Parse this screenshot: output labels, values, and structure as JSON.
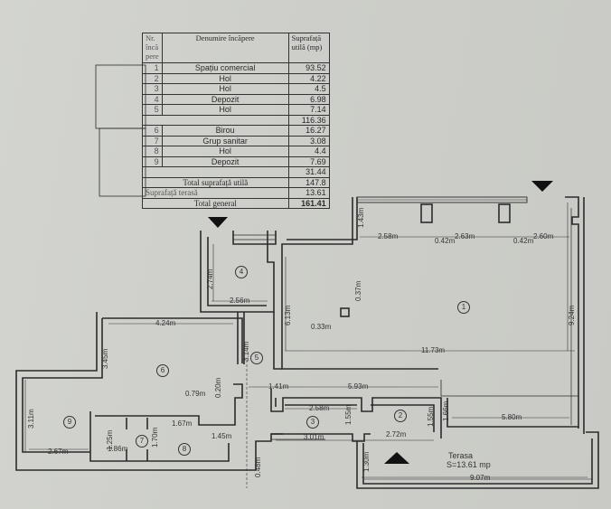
{
  "legend_table": {
    "headers": {
      "nr": "Nr. încă pere",
      "name": "Denumire încăpere",
      "area": "Suprafață utilă (mp)"
    },
    "group1": [
      {
        "nr": "1",
        "name": "Spațiu comercial",
        "area": "93.52"
      },
      {
        "nr": "2",
        "name": "Hol",
        "area": "4.22"
      },
      {
        "nr": "3",
        "name": "Hol",
        "area": "4.5"
      },
      {
        "nr": "4",
        "name": "Depozit",
        "area": "6.98"
      },
      {
        "nr": "5",
        "name": "Hol",
        "area": "7.14"
      }
    ],
    "group1_subtotal": "116.36",
    "group2": [
      {
        "nr": "6",
        "name": "Birou",
        "area": "16.27"
      },
      {
        "nr": "7",
        "name": "Grup sanitar",
        "area": "3.08"
      },
      {
        "nr": "8",
        "name": "Hol",
        "area": "4.4"
      },
      {
        "nr": "9",
        "name": "Depozit",
        "area": "7.69"
      }
    ],
    "group2_subtotal": "31.44",
    "total_useful_label": "Total suprafață utilă",
    "total_useful": "147.8",
    "terrace_label": "Suprafață terasă",
    "terrace": "13.61",
    "grand_total_label": "Total general",
    "grand_total": "161.41"
  },
  "plan": {
    "room_markers": [
      "1",
      "2",
      "3",
      "4",
      "5",
      "6",
      "7",
      "8",
      "9"
    ],
    "dimensions": {
      "d_143": "1.43m",
      "d_258_top": "2.58m",
      "d_263": "2.63m",
      "d_260": "2.60m",
      "d_042a": "0.42m",
      "d_042b": "0.42m",
      "d_274": "2.74m",
      "d_256": "2.56m",
      "d_037": "0.37m",
      "d_033": "0.33m",
      "d_613": "6.13m",
      "d_924": "9.24m",
      "d_1173": "11.73m",
      "d_424": "4.24m",
      "d_345": "3.45m",
      "d_314": "3.14m",
      "d_141": "1.41m",
      "d_593": "5.93m",
      "d_079": "0.79m",
      "d_020": "0.20m",
      "d_258_mid": "2.58m",
      "d_155a": "1.55m",
      "d_155b": "1.55m",
      "d_166": "1.66m",
      "d_580": "5.80m",
      "d_301": "3.01m",
      "d_272": "2.72m",
      "d_311": "3.11m",
      "d_167": "1.67m",
      "d_145": "1.45m",
      "d_267": "2.67m",
      "d_125": "1.25m",
      "d_186": "1.86m",
      "d_170": "1.70m",
      "d_048": "0.48m",
      "d_130": "1.30m",
      "d_907": "9.07m"
    },
    "terrace_title": "Terasa",
    "terrace_area": "S=13.61 mp"
  },
  "colors": {
    "ink": "#2b2b2b",
    "paper": "#cfd0cb"
  }
}
